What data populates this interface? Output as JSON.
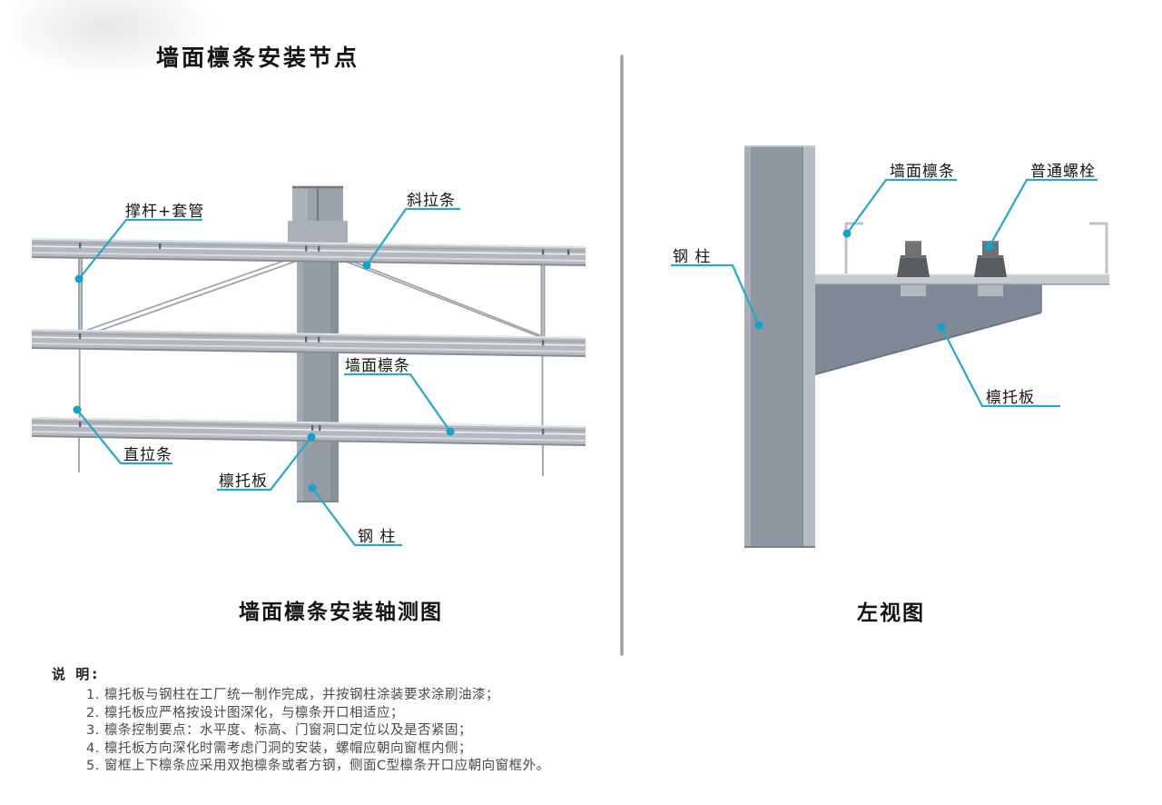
{
  "title": "墙面檩条安装节点",
  "colors": {
    "leader_line": "#2aa6c9",
    "leader_dot": "#14a2cd",
    "steel_dark": "#8f97a1",
    "steel_mid": "#b3b9bf",
    "steel_light": "#c6cbd0",
    "bolt": "#5a5d61",
    "divider": "#9aa0a5"
  },
  "left_diagram": {
    "caption": "墙面檩条安装轴测图",
    "labels": {
      "brace_sleeve": "撑杆+套管",
      "diagonal_tie": "斜拉条",
      "wall_purlin": "墙面檩条",
      "straight_tie": "直拉条",
      "purlin_support_plate": "檩托板",
      "steel_column": "钢 柱"
    }
  },
  "right_diagram": {
    "caption": "左视图",
    "labels": {
      "steel_column": "钢 柱",
      "wall_purlin": "墙面檩条",
      "common_bolt": "普通螺栓",
      "purlin_support_plate": "檩托板"
    }
  },
  "notes": {
    "heading": "说 明:",
    "items": [
      "1. 檩托板与钢柱在工厂统一制作完成，并按钢柱涂装要求涂刷油漆；",
      "2. 檩托板应严格按设计图深化，与檩条开口相适应；",
      "3. 檩条控制要点：水平度、标高、门窗洞口定位以及是否紧固；",
      "4. 檩托板方向深化时需考虑门洞的安装，螺帽应朝向窗框内侧；",
      "5. 窗框上下檩条应采用双抱檩条或者方钢，侧面C型檩条开口应朝向窗框外。"
    ]
  }
}
